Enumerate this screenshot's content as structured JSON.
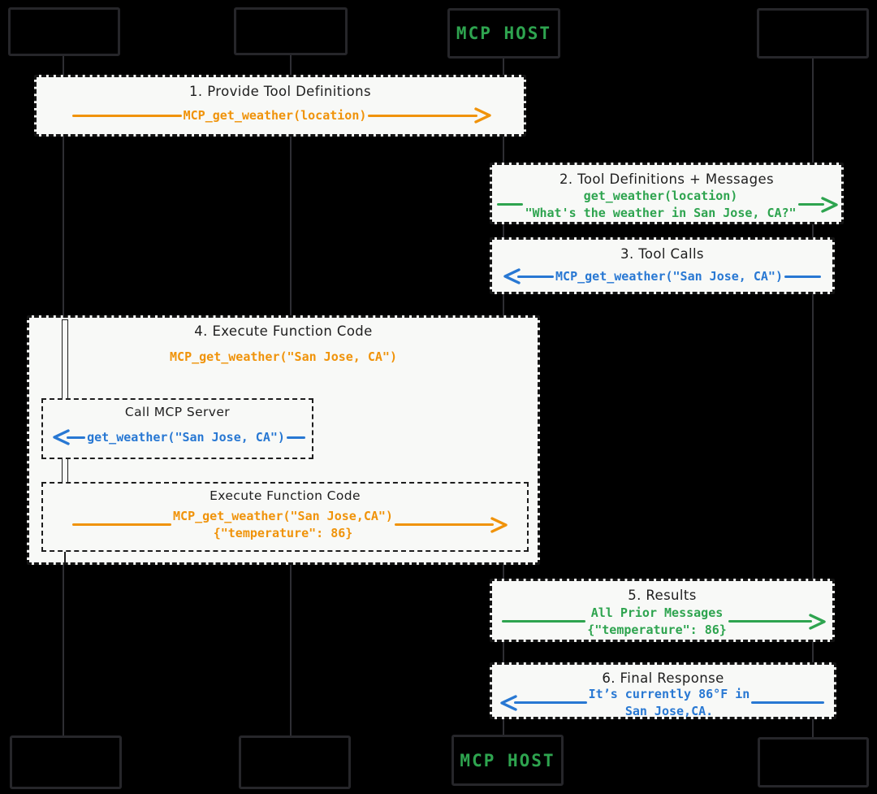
{
  "colors": {
    "background": "#000000",
    "paper": "#f8f9f7",
    "ink": "#1e1e1e",
    "dash": "#141414",
    "lifeline": "#2e2e33",
    "actor_border": "#26262a",
    "orange": "#f0930a",
    "green": "#2ea44f",
    "blue": "#2878d3"
  },
  "actors": {
    "top": [
      {
        "label": ""
      },
      {
        "label": ""
      },
      {
        "label": "MCP HOST"
      },
      {
        "label": ""
      }
    ],
    "bottom": [
      {
        "label": ""
      },
      {
        "label": ""
      },
      {
        "label": "MCP HOST"
      },
      {
        "label": ""
      }
    ]
  },
  "steps": [
    {
      "title": "1. Provide Tool Definitions",
      "arrow": "right",
      "color": "orange",
      "lines": [
        "MCP_get_weather(location)"
      ]
    },
    {
      "title": "2. Tool Definitions + Messages",
      "arrow": "right",
      "color": "green",
      "lines": [
        "get_weather(location)",
        "\"What's the weather in San Jose, CA?\""
      ]
    },
    {
      "title": "3. Tool Calls",
      "arrow": "left",
      "color": "blue",
      "lines": [
        "MCP_get_weather(\"San Jose, CA\")"
      ]
    },
    {
      "title": "4. Execute Function Code",
      "color": "orange",
      "code": "MCP_get_weather(\"San Jose, CA\")",
      "children": [
        {
          "title": "Call MCP Server",
          "arrow": "left",
          "color": "blue",
          "lines": [
            "get_weather(\"San Jose, CA\")"
          ]
        },
        {
          "title": "Execute Function Code",
          "arrow": "right",
          "color": "orange",
          "lines": [
            "MCP_get_weather(\"San Jose,CA\")",
            "{\"temperature\": 86}"
          ]
        }
      ]
    },
    {
      "title": "5. Results",
      "arrow": "right",
      "color": "green",
      "lines": [
        "All Prior Messages",
        "{\"temperature\": 86}"
      ]
    },
    {
      "title": "6. Final Response",
      "arrow": "left",
      "color": "blue",
      "lines": [
        "It’s currently 86°F in",
        "San Jose,CA."
      ]
    }
  ]
}
